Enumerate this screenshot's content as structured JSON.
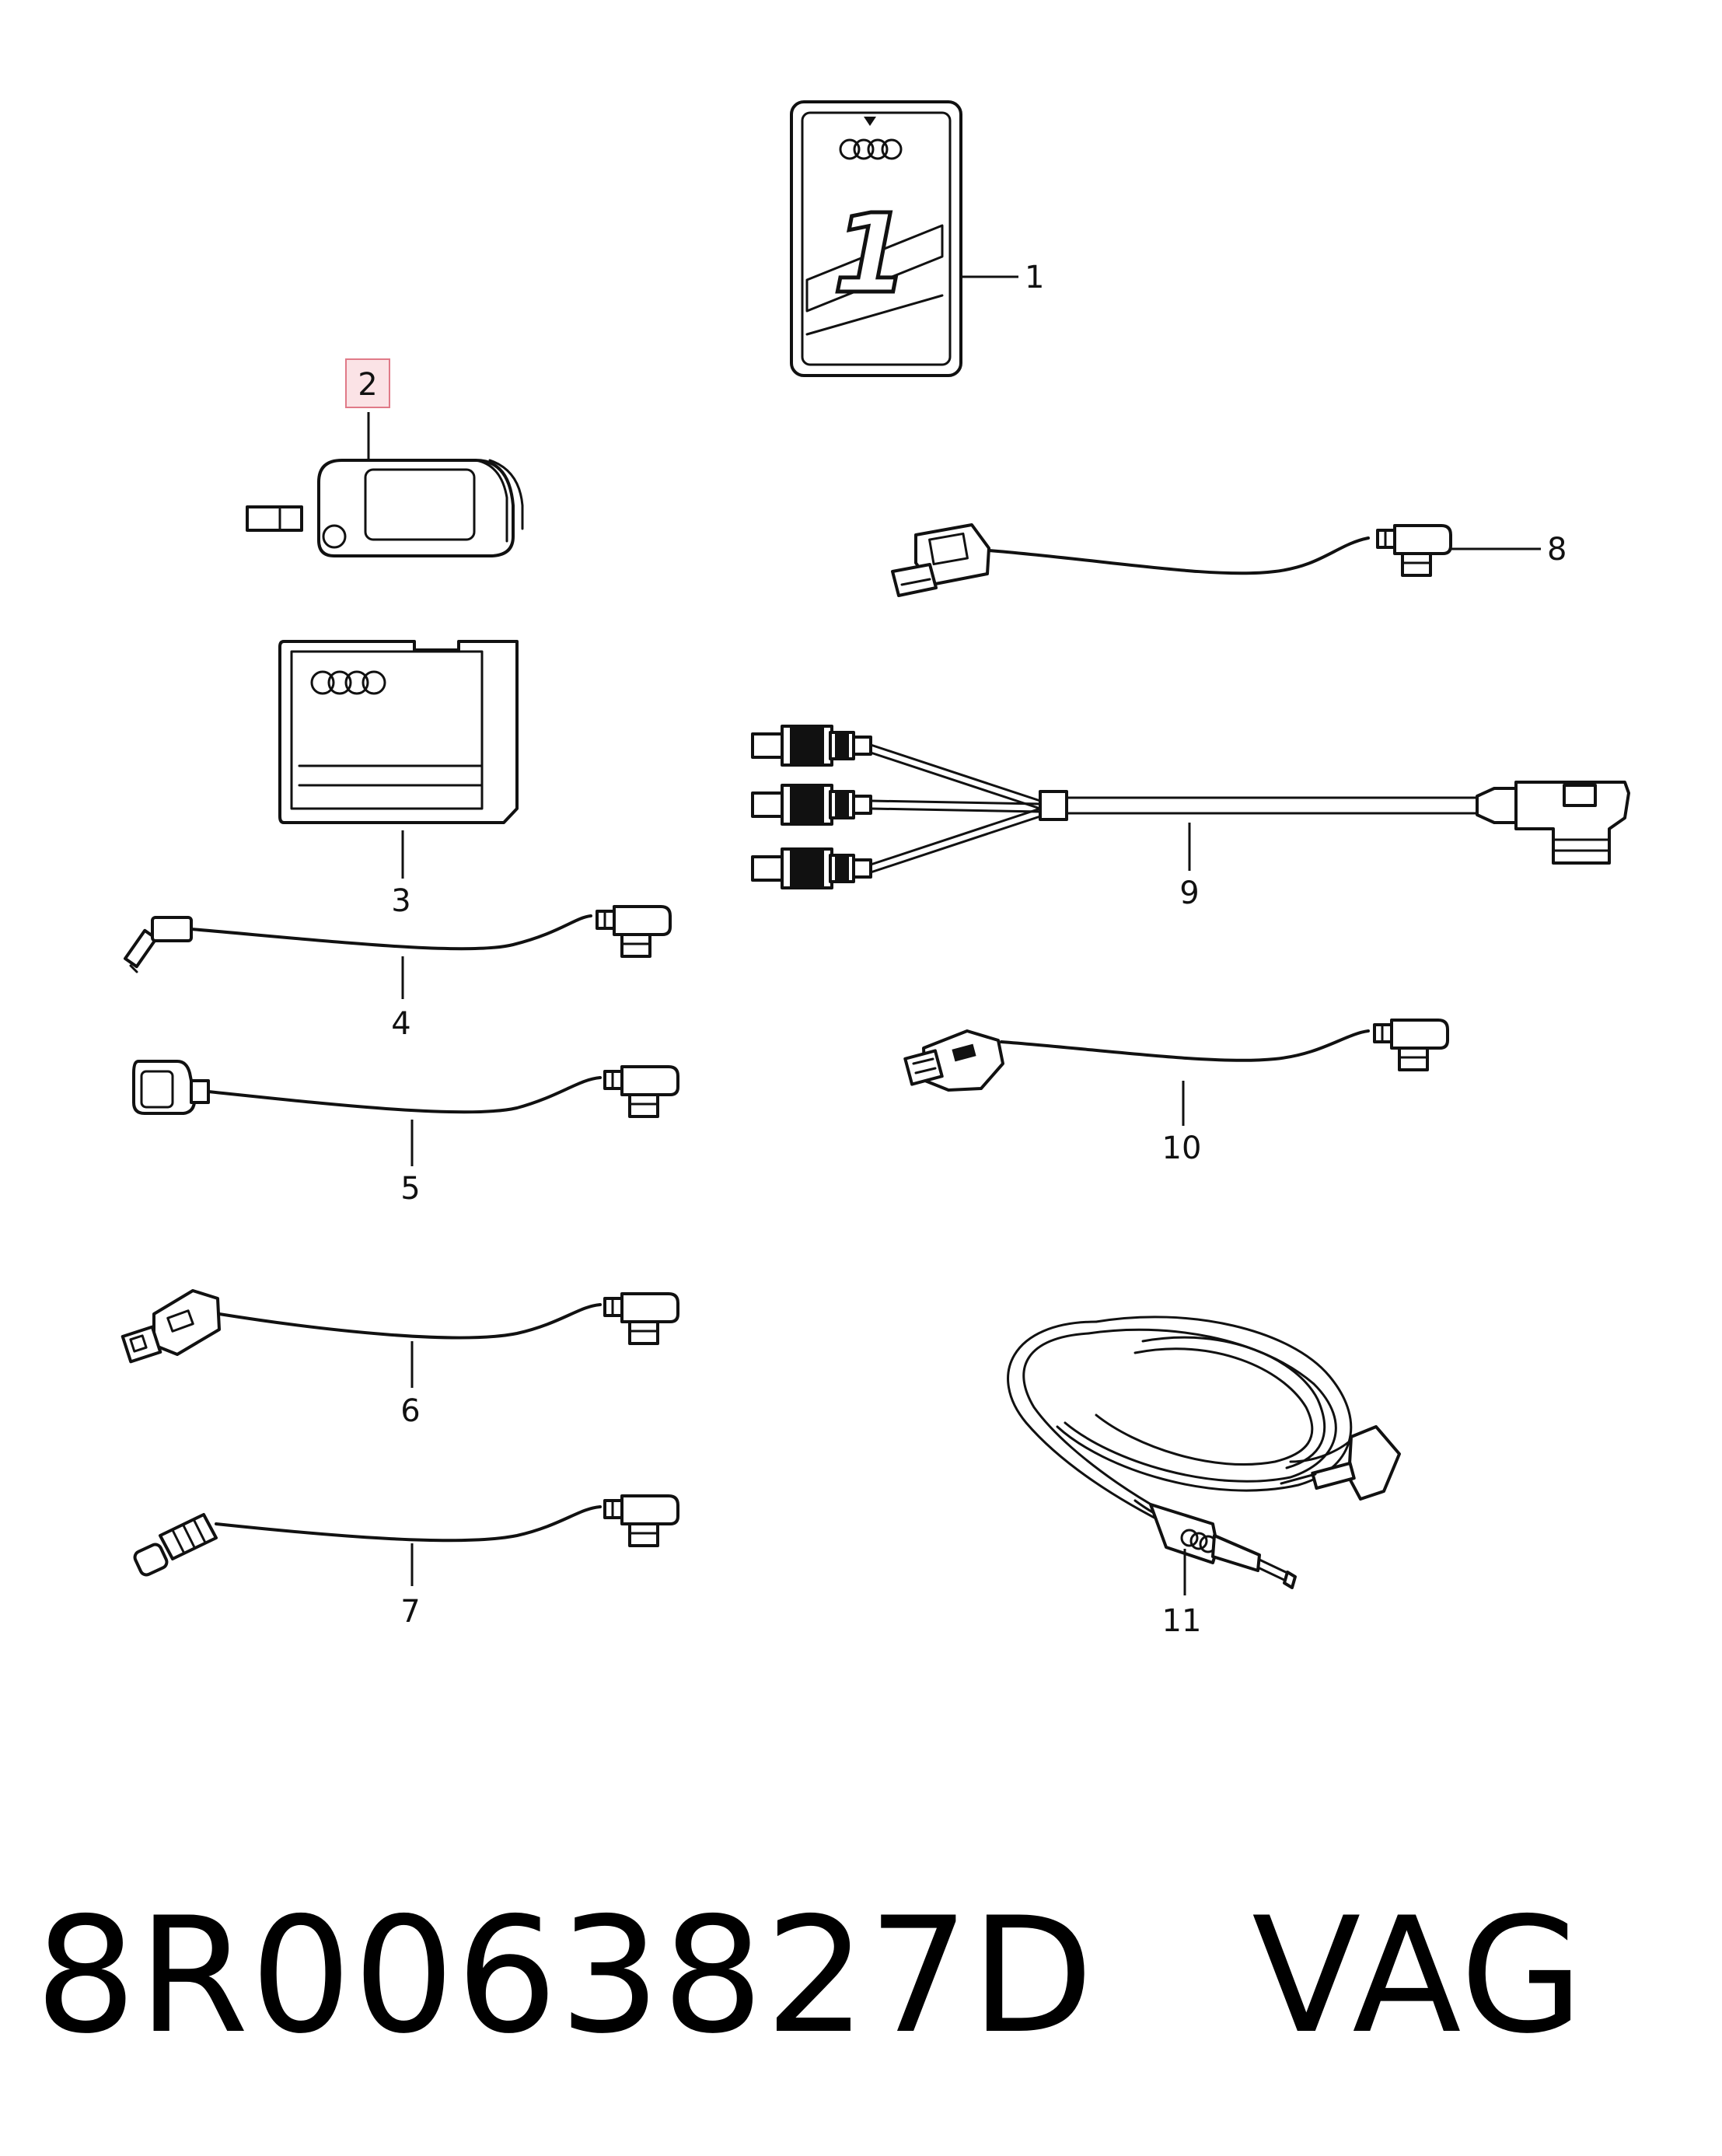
{
  "callouts": {
    "c1": "1",
    "c2": "2",
    "c3": "3",
    "c4": "4",
    "c5": "5",
    "c6": "6",
    "c7": "7",
    "c8": "8",
    "c9": "9",
    "c10": "10",
    "c11": "11"
  },
  "card_numeral": "1",
  "highlight_color": "#e8a0a8",
  "part_number": "8R0063827D",
  "brand": "VAG"
}
